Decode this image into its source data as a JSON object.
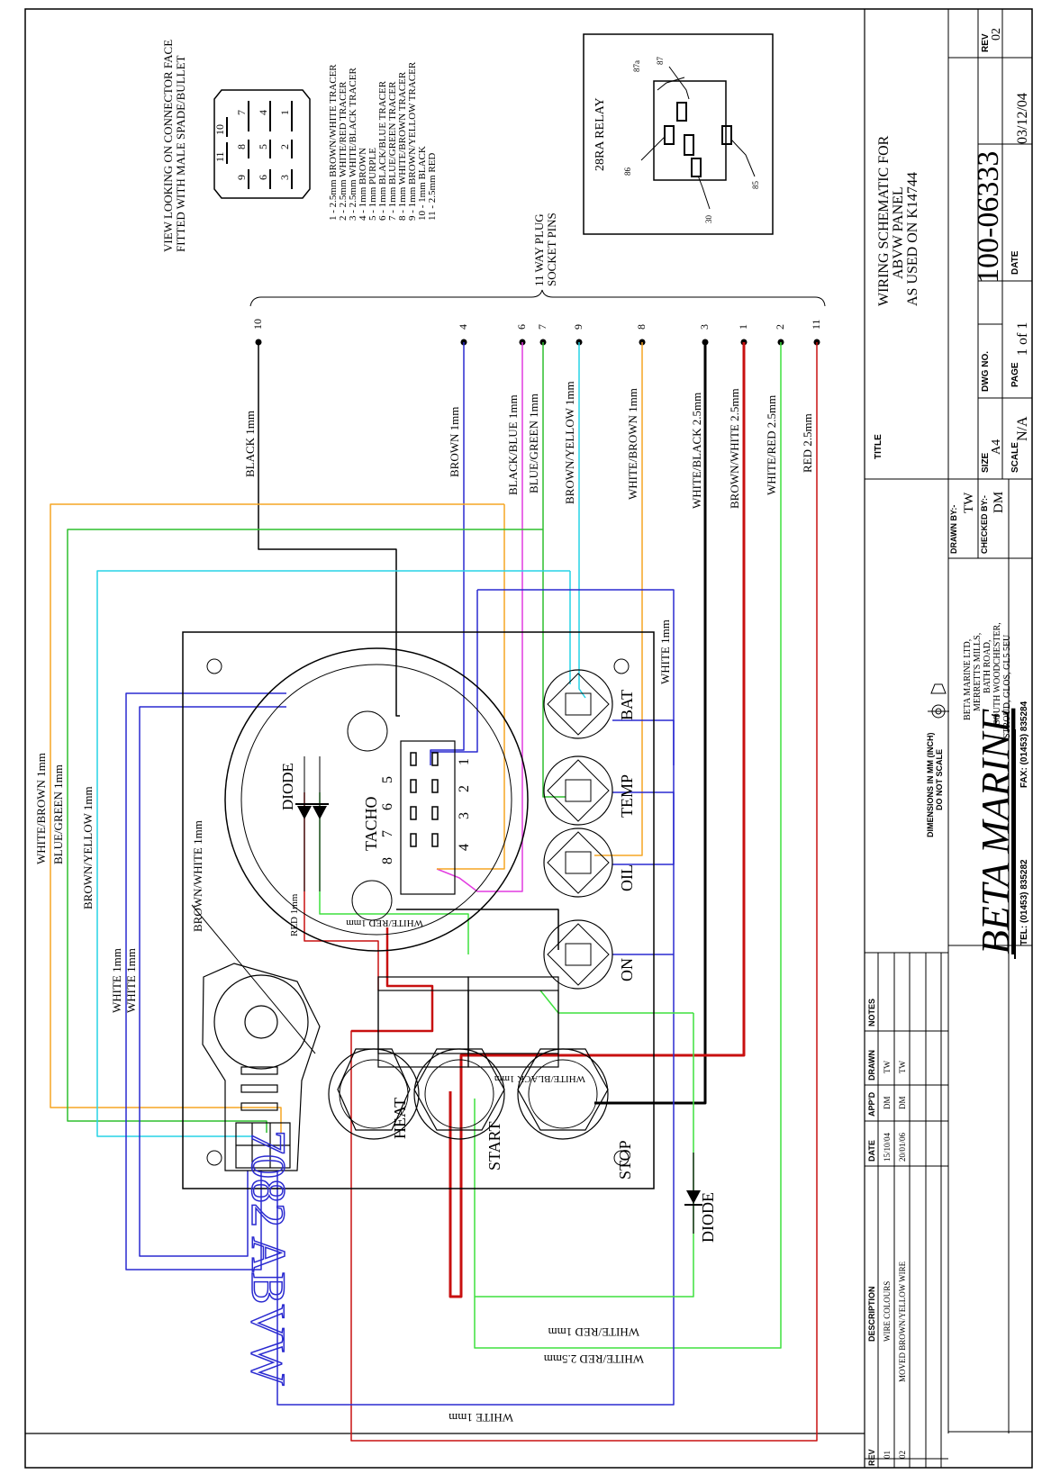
{
  "colors": {
    "orange": "#f5a623",
    "green": "#2fbf2f",
    "lightgreen": "#3ee03e",
    "cyan": "#26d3e6",
    "blue": "#2a2ad0",
    "magenta": "#e23be0",
    "red": "#c81010",
    "black": "#000000"
  },
  "connector": {
    "caption_line1": "VIEW LOOKING ON CONNECTOR FACE",
    "caption_line2": "FITTED WITH MALE SPADE/BULLET",
    "pin_numbers": [
      "11",
      "10",
      "9",
      "8",
      "7",
      "6",
      "5",
      "4",
      "3",
      "2",
      "1"
    ],
    "pin_list": [
      "1  - 2.5mm BROWN/WHITE TRACER",
      "2  - 2.5mm WHITE/RED TRACER",
      "3  - 2.5mm WHITE/BLACK TRACER",
      "4  - 1mm BROWN",
      "5  - 1mm PURPLE",
      "6  - 1mm BLACK/BLUE TRACER",
      "7  - 1mm BLUE/GREEN TRACER",
      "8  - 1mm WHITE/BROWN TRACER",
      "9  - 1mm BROWN/YELLOW TRACER",
      "10 - 1mm BLACK",
      "11 - 2.5mm RED"
    ]
  },
  "relay": {
    "title": "28RA RELAY",
    "terminals": [
      "87a",
      "87",
      "86",
      "30",
      "85"
    ]
  },
  "plug": {
    "label_line1": "11 WAY PLUG",
    "label_line2": "SOCKET PINS",
    "pins": [
      "10",
      "4",
      "6",
      "7",
      "9",
      "8",
      "3",
      "1",
      "2",
      "11"
    ]
  },
  "wire_labels": {
    "black": "BLACK 1mm",
    "brown": "BROWN 1mm",
    "black_blue": "BLACK/BLUE 1mm",
    "blue_green": "BLUE/GREEN 1mm",
    "brown_yellow": "BROWN/YELLOW 1mm",
    "white_brown": "WHITE/BROWN 1mm",
    "white_black": "WHITE/BLACK 2.5mm",
    "brown_white": "BROWN/WHITE 2.5mm",
    "white_red": "WHITE/RED 2.5mm",
    "red": "RED 2.5mm",
    "left_white_brown": "WHITE/BROWN 1mm",
    "left_blue_green": "BLUE/GREEN 1mm",
    "left_brown_yellow": "BROWN/YELLOW 1mm",
    "left_white_a": "WHITE 1mm",
    "left_white_b": "WHITE 1mm",
    "left_brown_white": "BROWN/WHITE 1mm",
    "right_white": "WHITE 1mm",
    "bottom_white_red_1": "WHITE/RED 1mm",
    "bottom_white_red_25": "WHITE/RED 2.5mm",
    "bottom_white": "WHITE 1mm",
    "panel_white_red": "WHITE/RED 1mm",
    "panel_red": "RED 1mm",
    "panel_white_black": "WHITE/BLACK 1mm"
  },
  "panel": {
    "tacho": "TACHO",
    "tacho_pins": [
      "5",
      "6",
      "7",
      "8",
      "1",
      "2",
      "3",
      "4"
    ],
    "diode_top": "DIODE",
    "diode_bottom": "DIODE",
    "gauges": [
      "BAT",
      "TEMP",
      "OIL",
      "ON"
    ],
    "switches": [
      "HEAT",
      "START",
      "STOP"
    ],
    "model": "7082 ABVW"
  },
  "title_block": {
    "title_label": "TITLE",
    "title_line1": "WIRING SCHEMATIC FOR",
    "title_line2": "ABVW PANEL",
    "title_line3": "AS USED ON K14744",
    "rev_label": "REV",
    "rev_value": "02",
    "dwg_no_label": "DWG NO.",
    "dwg_no": "100-06333",
    "size_label": "SIZE",
    "size_value": "A4",
    "scale_label": "SCALE",
    "scale_value": "N/A",
    "page_label": "PAGE",
    "page_value": "1 of 1",
    "date_label": "DATE",
    "date_value": "03/12/04",
    "drawn_label": "DRAWN BY:-",
    "drawn_value": "TW",
    "checked_label": "CHECKED BY:-",
    "checked_value": "DM",
    "company_name": "BETA MARINE",
    "address": [
      "BETA MARINE LTD,",
      "MERRETTS MILLS,",
      "BATH ROAD,",
      "SOUTH WOODCHESTER,",
      "STROUD, GLOS, GL5 5EU"
    ],
    "tel": "TEL: (01453) 835282",
    "fax": "FAX: (01453) 835284",
    "dims_line1": "DIMENSIONS IN MM (INCH)",
    "dims_line2": "DO NOT SCALE"
  },
  "revisions": {
    "headers": [
      "REV",
      "DESCRIPTION",
      "DATE",
      "APP'D",
      "DRAWN",
      "NOTES"
    ],
    "rows": [
      {
        "rev": "01",
        "description": "WIRE COLOURS",
        "date": "15/10/04",
        "appd": "DM",
        "drawn": "TW"
      },
      {
        "rev": "02",
        "description": "MOVED BROWN/YELLOW WIRE",
        "date": "20/01/06",
        "appd": "DM",
        "drawn": "TW"
      }
    ]
  }
}
